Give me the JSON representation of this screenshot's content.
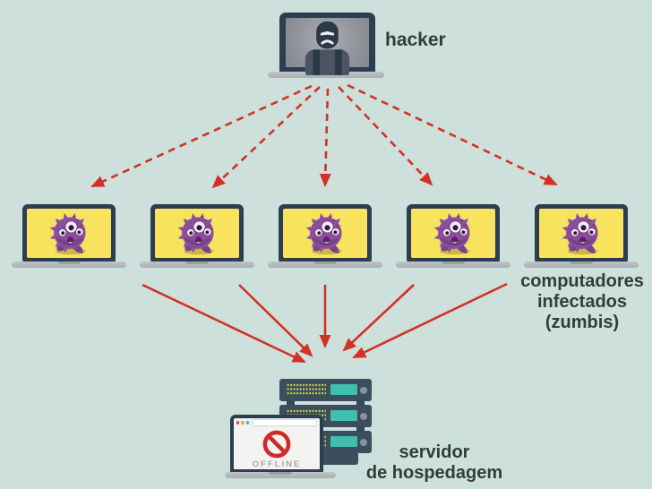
{
  "labels": {
    "hacker": "hacker",
    "infected_lines": [
      "computadores",
      "infectados",
      "(zumbis)"
    ],
    "server_lines": [
      "servidor",
      "de hospedagem"
    ]
  },
  "offline_badge": "OFFLINE",
  "counts": {
    "infected_computers": 5,
    "command_arrows": 5,
    "attack_arrows": 5,
    "server_units": 3
  },
  "icons": {
    "hacker": "masked-hacker-icon",
    "infected_computer": "virus-monster-icon",
    "server": "server-rack-icon",
    "offline": "prohibition-sign-icon"
  },
  "colors": {
    "background": "#cde0db",
    "arrow-red": "#d33127",
    "laptop-frame": "#2d3e50",
    "laptop-base": "#bfc3c7",
    "screen-yellow": "#f7e35d",
    "virus-purple": "#8d4d9e",
    "server-body": "#3b4e5e",
    "server-panel-teal": "#40bfae",
    "server-led": "#c9d33f",
    "prohibition-red": "#cf2b29",
    "offline-gray": "#a8a8a8",
    "text": "#333c38"
  }
}
